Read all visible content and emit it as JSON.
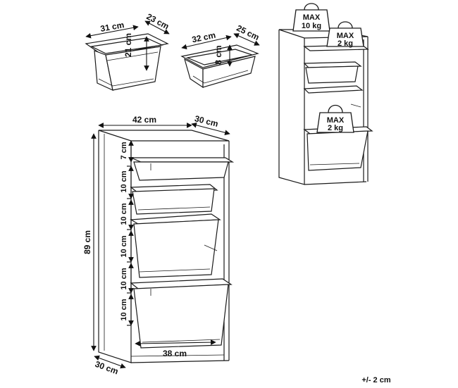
{
  "small_bin": {
    "width": "31 cm",
    "depth": "23 cm",
    "height": "21 cm"
  },
  "flat_bin": {
    "width": "32 cm",
    "depth": "25 cm",
    "height": "8 cm"
  },
  "cabinet": {
    "width_top": "42 cm",
    "depth_top": "30 cm",
    "height_total": "89 cm",
    "gaps": [
      "7 cm",
      "10 cm",
      "10 cm",
      "10 cm",
      "10 cm",
      "10 cm"
    ],
    "inner_width": "38 cm",
    "depth_bottom": "30 cm"
  },
  "load": {
    "top": {
      "max": "MAX",
      "value": "10 kg"
    },
    "shelf1": {
      "max": "MAX",
      "value": "2 kg"
    },
    "shelf2": {
      "max": "MAX",
      "value": "2 kg"
    }
  },
  "tolerance": "+/- 2 cm"
}
